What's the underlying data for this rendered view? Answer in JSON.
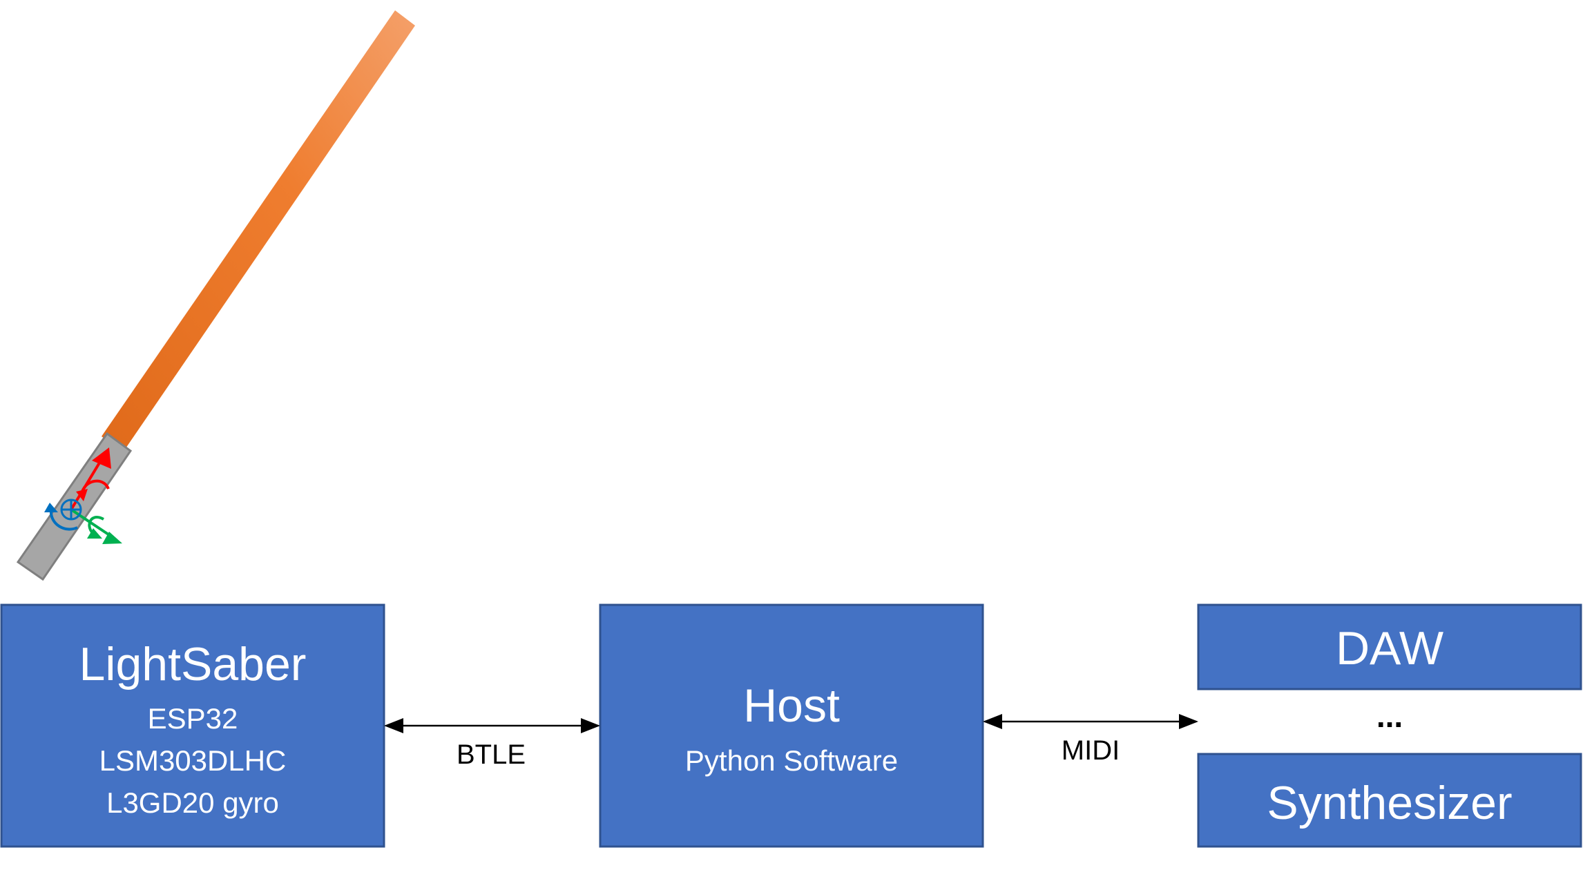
{
  "colors": {
    "box_fill": "#4472c4",
    "box_stroke": "#2f528f",
    "box_text": "#ffffff",
    "connector": "#000000",
    "saber_hilt": "#a6a6a6",
    "saber_blade": "#ed7d31",
    "axis_red": "#ff0000",
    "axis_green": "#00b050",
    "axis_blue": "#0070c0"
  },
  "boxes": {
    "lightsaber": {
      "title": "LightSaber",
      "lines": [
        "ESP32",
        "LSM303DLHC",
        "L3GD20 gyro"
      ]
    },
    "host": {
      "title": "Host",
      "lines": [
        "Python Software"
      ]
    },
    "daw": {
      "title": "DAW"
    },
    "ellipsis": "...",
    "synth": {
      "title": "Synthesizer"
    }
  },
  "connections": {
    "saber_host": "BTLE",
    "host_outputs": "MIDI"
  },
  "icons": {
    "saber": "lightsaber-illustration",
    "axes": "rotation-axes-icon"
  }
}
